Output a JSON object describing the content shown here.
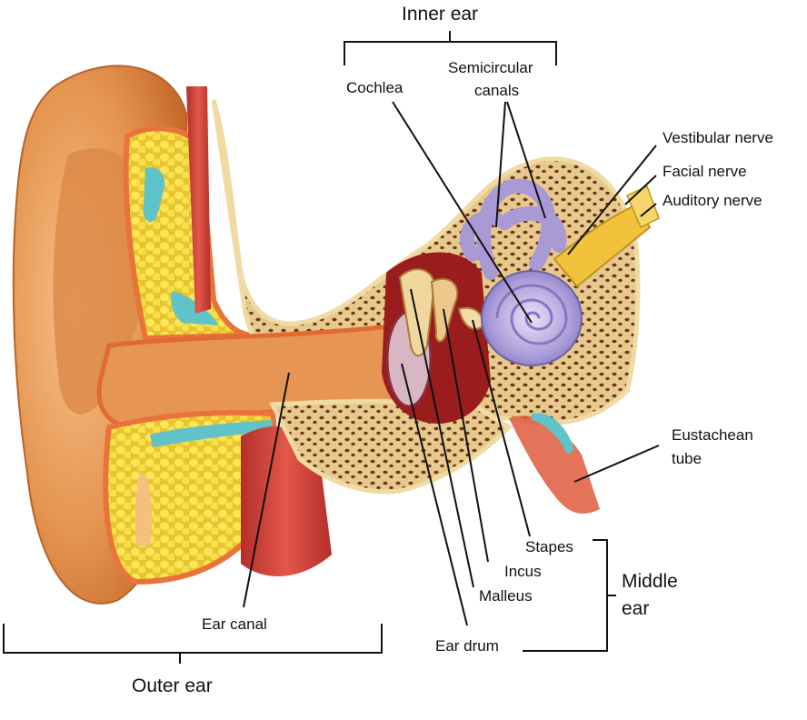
{
  "groups": {
    "inner_ear": "Inner ear",
    "outer_ear": "Outer ear",
    "middle_ear_line1": "Middle",
    "middle_ear_line2": "ear"
  },
  "labels": {
    "cochlea": "Cochlea",
    "semicircular_line1": "Semicircular",
    "semicircular_line2": "canals",
    "vestibular_nerve": "Vestibular nerve",
    "facial_nerve": "Facial  nerve",
    "auditory_nerve": "Auditory nerve",
    "eustachian_line1": "Eustachean",
    "eustachian_line2": "tube",
    "stapes": "Stapes",
    "incus": "Incus",
    "malleus": "Malleus",
    "ear_drum": "Ear drum",
    "ear_canal": "Ear canal"
  },
  "colors": {
    "skin": "#e89a55",
    "skin_shadow": "#c56f2c",
    "bone": "#ecd39a",
    "bone_pore": "#7a3b1a",
    "fat": "#f6dc3c",
    "cartilage": "#5fc3c7",
    "muscle": "#d6453b",
    "cochlea": "#a99ad6",
    "nerve": "#f2c23c",
    "middle_cavity": "#9b1c1c",
    "eardrum": "#d9b6c4"
  }
}
